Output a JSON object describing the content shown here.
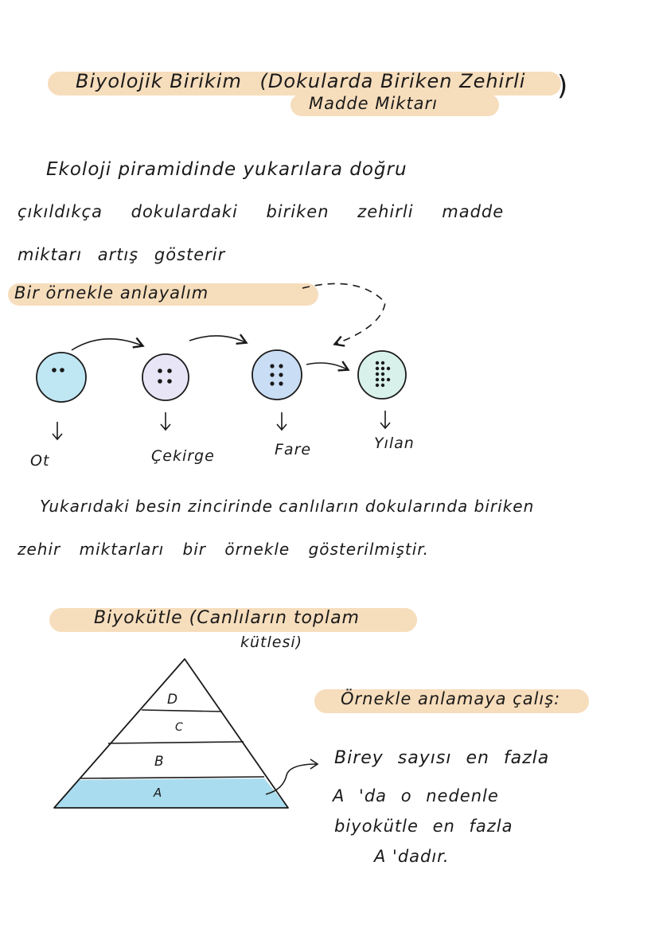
{
  "section1": {
    "title_main": "Biyolojik Birikim",
    "title_paren": "(Dokularda Biriken Zehirli",
    "title_line2": "Madde Miktarı",
    "paragraph": [
      "Ekoloji piramidinde yukarılara doğru",
      "çıkıldıkça dokulardaki biriken zehirli madde",
      "miktarı artış gösterir"
    ]
  },
  "example": {
    "heading": "Bir örnekle anlayalım",
    "organisms": [
      {
        "label": "Ot",
        "dots": 2,
        "color": "#bfe6f3"
      },
      {
        "label": "Çekirge",
        "dots": 4,
        "color": "#e8e6f6"
      },
      {
        "label": "Fare",
        "dots": 6,
        "color": "#c9ddf4"
      },
      {
        "label": "Yılan",
        "dots": 12,
        "color": "#d8f1ea"
      }
    ],
    "caption": [
      "Yukarıdaki besin zincirinde canlıların dokularında biriken",
      "zehir miktarları bir örnekle gösterilmiştir."
    ]
  },
  "section2": {
    "title": "Biyokütle (Canlıların toplam",
    "title_line2": "kütlesi)",
    "pyramid_levels": [
      "D",
      "C",
      "B",
      "A"
    ],
    "side_heading": "Örnekle anlamaya çalış:",
    "side_text": [
      "Birey sayısı en fazla",
      "A 'da o nedenle",
      "biyokütle en fazla",
      "A 'dadır."
    ]
  },
  "colors": {
    "highlight": "#f6ddbc",
    "pyramid_base": "#a9dcee",
    "ink": "#1a1a1a"
  }
}
